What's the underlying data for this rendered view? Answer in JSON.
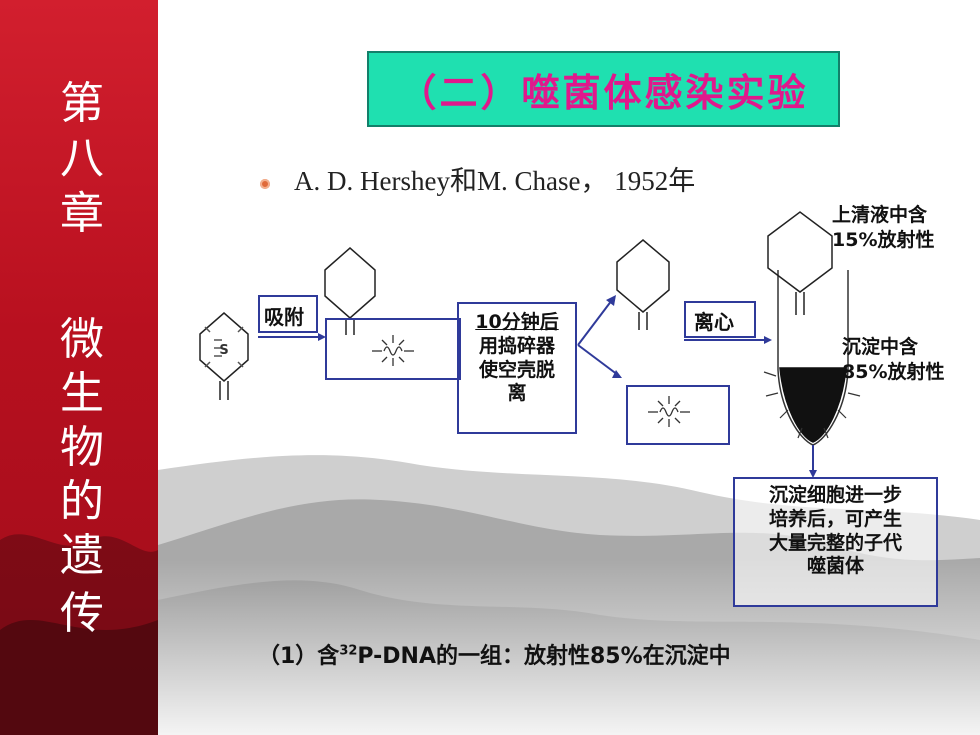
{
  "sidebar": {
    "chars": [
      "第",
      "八",
      "章",
      "",
      "微",
      "生",
      "物",
      "的",
      "遗",
      "传"
    ]
  },
  "title": "（二）噬菌体感染实验",
  "authors": "A. D. Hershey和M. Chase， 1952年",
  "diagram": {
    "step_adsorb": "吸附",
    "step_blend": [
      "10分钟后",
      "用捣碎器",
      "使空壳脱",
      "离"
    ],
    "step_centrifuge": "离心",
    "supernatant": [
      "上清液中含",
      "15%放射性"
    ],
    "pellet": [
      "沉淀中含",
      "85%放射性"
    ],
    "culture_result": [
      "沉淀细胞进一步",
      "培养后，可产生",
      "大量完整的子代",
      "噬菌体"
    ],
    "phage_dna_marker": "S"
  },
  "caption": {
    "prefix": "（1）含",
    "superscript": "32",
    "suffix": "P-DNA的一组：放射性85%在沉淀中"
  },
  "colors": {
    "sidebar_red": "#c0141f",
    "title_bg": "#1fe0b0",
    "title_text": "#e0188c",
    "box_border": "#2f3a9a"
  }
}
